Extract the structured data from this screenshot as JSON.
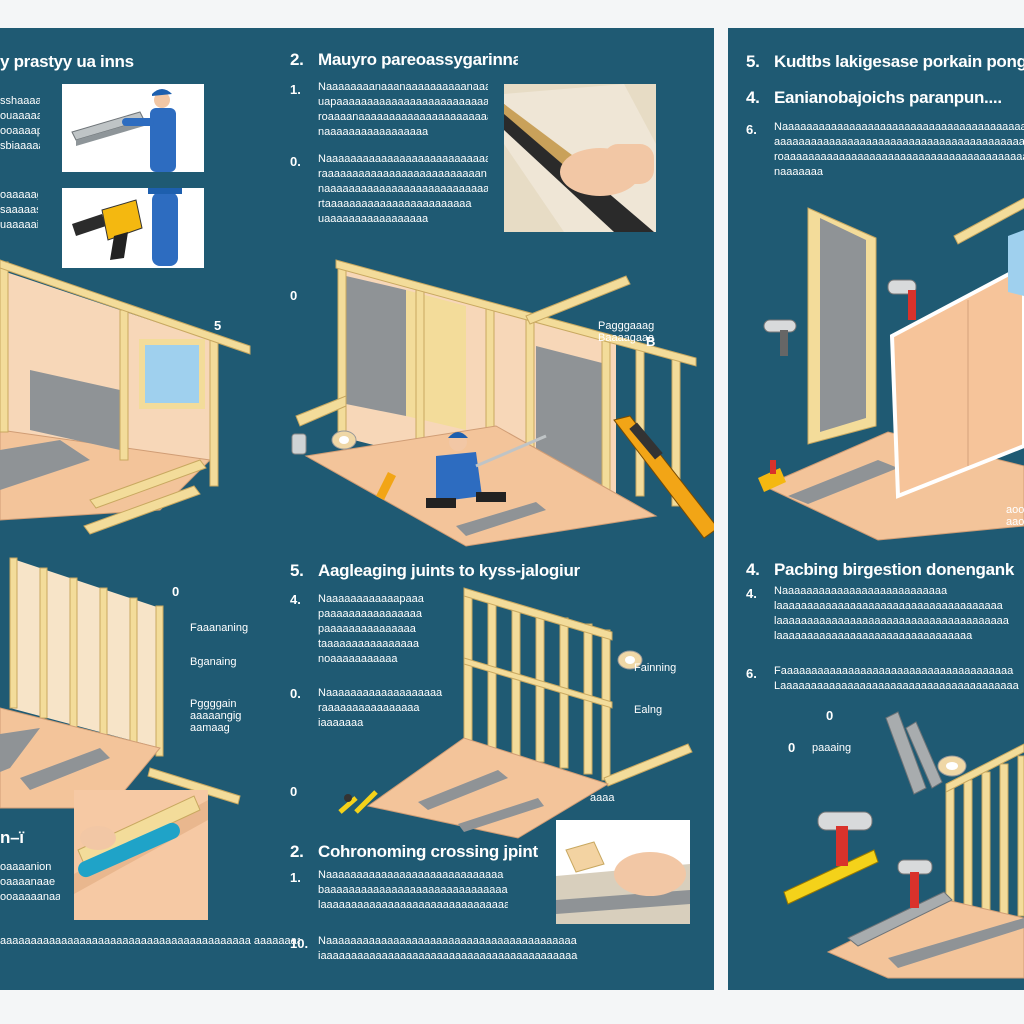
{
  "colors": {
    "panel": "#1f5a73",
    "wood": "#f3dc9a",
    "floor": "#f3c49a",
    "board": "#8f9396",
    "accent": "#f2a516"
  },
  "icons": [
    "worker-figure",
    "drill-icon",
    "hammer-icon",
    "tape-roll-icon",
    "utility-knife-icon",
    "caulk-gun-icon",
    "paint-roller-icon",
    "sanding-block-icon",
    "stud-frame",
    "drywall-sheet"
  ],
  "col1": {
    "title": "y prastyy ua inns",
    "para1": [
      "sshaaaanrnne",
      "ouaaaaaonn",
      "ooaaaapoa",
      "sbiaaaaan"
    ],
    "para2": [
      "oaaaaag",
      "saaaaasn",
      "uaaaaai"
    ],
    "callout": "5",
    "sec2_title": "n–ï",
    "sec2_para": [
      "oaaaanion",
      "oaaaanaae",
      "ooaaaaanaa"
    ],
    "footer": "aaaaaaaaaaaaaaaaaaaaaaaaaaaaaaaaaaaaaaaaa aaaaaaaaaaaaaaaaaaaaaaaaaaaaaaaaaa"
  },
  "col1_labels": {
    "marker": "0",
    "l1": "Faaananing",
    "l2": "Bganaing",
    "l3": [
      "Pggggain",
      "aaaaangig",
      "aamaag"
    ]
  },
  "col2": {
    "step_a": {
      "num": "2.",
      "title": "Mauyro pareoassygarinnadary drlang puring"
    },
    "items_a": [
      {
        "num": "1.",
        "lines": [
          "Naaaaaaaanaaanaaaaaaaaaanaaaoo",
          "uapaaaaaaaaaaaaaaaaaaaaaaaaa",
          "roaaaanaaaaaaaaaaaaaaaaaaaaaaa",
          "naaaaaaaaaaaaaaaaa"
        ]
      },
      {
        "num": "0.",
        "lines": [
          "Naaaaaaaaaaaaaaaaaaaaaaaaaaaa",
          "raaaaaaaaaaaaaaaaaaaaaaaaaan",
          "naaaaaaaaaaaaaaaaaaaaaaaaaaa",
          "rtaaaaaaaaaaaaaaaaaaaaaaaa",
          "uaaaaaaaaaaaaaaaaa"
        ]
      }
    ],
    "marker_a": "0",
    "label_a": [
      "Pagggaaag",
      "Baaaagaaa"
    ],
    "callout_b": "B",
    "step_b": {
      "num": "5.",
      "title": "Aagleaging juints to kyss-jalogiur"
    },
    "items_b": [
      {
        "num": "4.",
        "lines": [
          "Naaaaaaaaaaaapaaa",
          "paaaaaaaaaaaaaaaa",
          "paaaaaaaaaaaaaaa",
          "taaaaaaaaaaaaaaaa",
          "noaaaaaaaaaaa"
        ]
      },
      {
        "num": "0.",
        "lines": [
          "Naaaaaaaaaaaaaaaaaaa",
          "raaaaaaaaaaaaaaaa",
          "iaaaaaaa"
        ]
      }
    ],
    "frame_labels": [
      "Fainning",
      "Ealng"
    ],
    "marker_c": "0",
    "step_c": {
      "num": "2.",
      "title": "Cohronoming crossing jpint"
    },
    "items_c": [
      {
        "num": "1.",
        "lines": [
          "Naaaaaaaaaaaaaaaaaaaaaaaaaaaaa",
          "baaaaaaaaaaaaaaaaaaaaaaaaaaaaaaa",
          "laaaaaaaaaaaaaaaaaaaaaaaaaaaaaaaaa"
        ]
      },
      {
        "num": "10.",
        "lines": [
          "Naaaaaaaaaaaaaaaaaaaaaaaaaaaaaaaaaaaaaaaaa",
          "iaaaaaaaaaaaaaaaaaaaaaaaaaaaaaaaaaaaaaaaaaa"
        ]
      }
    ],
    "pallet_label": "aaaa"
  },
  "col3": {
    "step_a": {
      "num": "5.",
      "title": "Kudtbs lakigesase porkain pongun"
    },
    "step_b": {
      "num": "4.",
      "title": "Eanianobajoichs paranpun...."
    },
    "item_a": {
      "num": "6.",
      "lines": [
        "Naaaaaaaaaaaaaaaaaaaaaaaaaaaaaaaaaaaaaaaaaaa",
        "aaaaaaaaaaaaaaaaaaaaaaaaaaaaaaaaaaaaaaaaaa",
        "roaaaaaaaaaaaaaaaaaaaaaaaaaaaaaaaaaaaaaaaa",
        "naaaaaaa"
      ]
    },
    "side_label": [
      "aoo",
      "aaog"
    ],
    "step_c": {
      "num": "4.",
      "title": "Pacbing birgestion donengank"
    },
    "item_b": {
      "num": "4.",
      "lines": [
        "Naaaaaaaaaaaaaaaaaaaaaaaaaaa",
        "laaaaaaaaaaaaaaaaaaaaaaaaaaaaaaaaaaaaa",
        "laaaaaaaaaaaaaaaaaaaaaaaaaaaaaaaaaaaaaa",
        "laaaaaaaaaaaaaaaaaaaaaaaaaaaaaaaa"
      ]
    },
    "item_c": {
      "num": "6.",
      "lines": [
        "Faaaaaaaaaaaaaaaaaaaaaaaaaaaaaaaaaaaaaa",
        "Laaaaaaaaaaaaaaaaaaaaaaaaaaaaaaaaaaaaaaa"
      ]
    },
    "marker": "0",
    "marker_label": "paaaing"
  }
}
